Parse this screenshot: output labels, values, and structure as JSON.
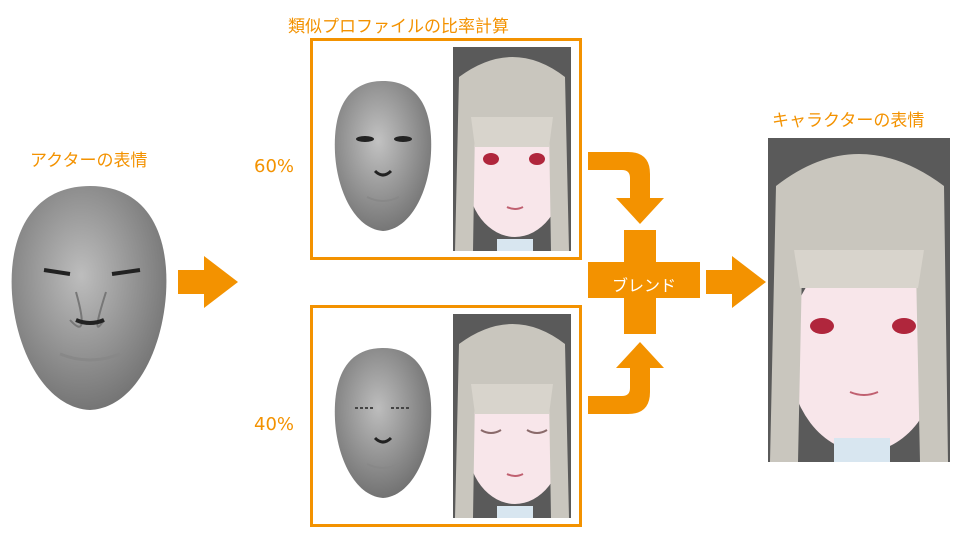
{
  "actor": {
    "label": "アクターの表情"
  },
  "profiles": {
    "title": "類似プロファイルの比率計算",
    "items": [
      {
        "ratio": "60%"
      },
      {
        "ratio": "40%"
      }
    ]
  },
  "blend": {
    "label": "ブレンド"
  },
  "character": {
    "label": "キャラクターの表情"
  },
  "colors": {
    "accent": "#f39200",
    "face": "#8e8e8e",
    "bg_panel": "#5a5a5a"
  }
}
